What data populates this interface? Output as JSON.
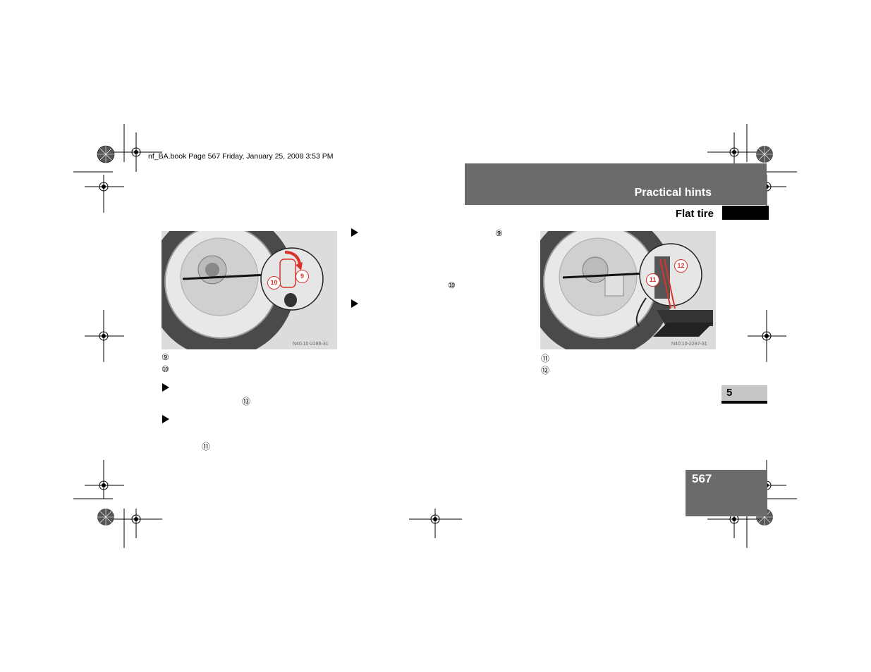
{
  "header": {
    "file_info": "nf_BA.book  Page 567  Friday, January 25, 2008  3:53 PM"
  },
  "section": {
    "title": "Practical hints",
    "subtitle": "Flat tire"
  },
  "figure_left": {
    "code": "N40.10-2286-31",
    "callouts": [
      "9",
      "10"
    ],
    "legend": [
      "⑨",
      "⑩"
    ]
  },
  "figure_right": {
    "code": "N40.10-2287-31",
    "callouts": [
      "12",
      "11"
    ],
    "legend": [
      "⑪",
      "⑫"
    ]
  },
  "left_column": {
    "ref_13": "⑬",
    "ref_11": "⑪"
  },
  "middle_column": {
    "ref_9": "⑨",
    "ref_10": "⑩"
  },
  "chapter": {
    "number": "5"
  },
  "page": {
    "number": "567"
  },
  "colors": {
    "tab_gray": "#6b6b6b",
    "chapter_gray": "#c6c6c6",
    "callout_red": "#d9342b"
  }
}
